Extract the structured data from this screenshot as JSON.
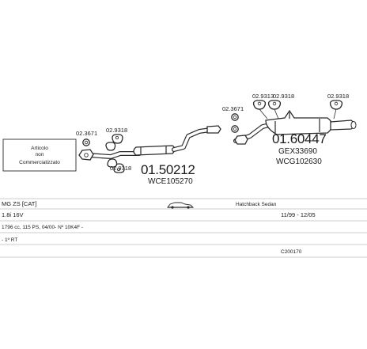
{
  "diagram": {
    "note_box": {
      "line1": "Articolo",
      "line2": "non",
      "line3": "Commercializzato"
    },
    "parts": [
      {
        "code": "01.50212",
        "oem": [
          "WCE105270"
        ]
      },
      {
        "code": "01.60447",
        "oem": [
          "GEX33690",
          "WCG102630"
        ]
      }
    ],
    "accessories": {
      "left_1": "02.3671",
      "left_2": "02.9318",
      "left_3": "02.9318",
      "mid_1": "02.3671",
      "top_1": "02.9313",
      "top_2": "02.9318",
      "top_3": "02.9318"
    }
  },
  "info": {
    "model": "MG ZS  [CAT]",
    "body": "Hatchback Sedan",
    "engine": "1.8i 16V",
    "years": "11/99 - 12/05",
    "specs": "1796 cc, 115 PS, 04/00- Nº 10K4F -",
    "extra": "- 1º RT",
    "ref": "C200170"
  }
}
